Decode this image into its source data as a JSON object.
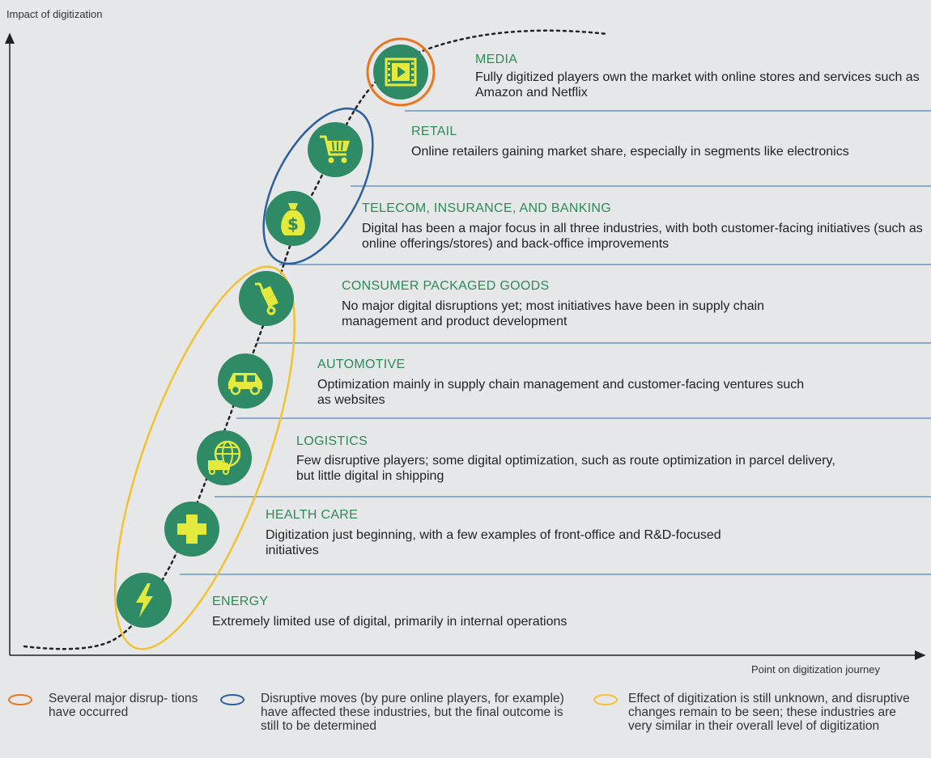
{
  "axes": {
    "y_label": "Impact of digitization",
    "x_label": "Point on digitization journey"
  },
  "colors": {
    "icon_fill": "#2f8a66",
    "icon_symbol": "#e4ea3c",
    "title_text": "#2e8b57",
    "row_line": "#2f6ea5",
    "ring_orange": "#e8761e",
    "ring_blue": "#2c5f9e",
    "ring_yellow": "#f2c230",
    "background": "#e6e7e8"
  },
  "industries": [
    {
      "title": "MEDIA",
      "icon": "film-play-icon",
      "desc": "Fully digitized players own the market with online stores and services such as Amazon and Netflix"
    },
    {
      "title": "RETAIL",
      "icon": "shopping-cart-icon",
      "desc": "Online retailers gaining market share, especially in segments like electronics"
    },
    {
      "title": "TELECOM, INSURANCE, AND BANKING",
      "icon": "money-bag-icon",
      "desc": "Digital has been a major focus in all three industries, with both customer-facing initiatives (such as online offerings/stores) and back-office improvements"
    },
    {
      "title": "CONSUMER PACKAGED GOODS",
      "icon": "hand-truck-icon",
      "desc": "No major digital disruptions yet; most initiatives have been in supply chain management and product development"
    },
    {
      "title": "AUTOMOTIVE",
      "icon": "car-icon",
      "desc": "Optimization mainly in supply chain management and customer-facing ventures such as websites"
    },
    {
      "title": "LOGISTICS",
      "icon": "globe-truck-icon",
      "desc": "Few disruptive players; some digital optimization, such as route optimization in parcel delivery, but little digital in shipping"
    },
    {
      "title": "HEALTH CARE",
      "icon": "medical-cross-icon",
      "desc": "Digitization just beginning, with a few examples of front-office and R&D-focused initiatives"
    },
    {
      "title": "ENERGY",
      "icon": "lightning-icon",
      "desc": "Extremely limited use of digital, primarily in internal operations"
    }
  ],
  "legend": [
    {
      "ring": "orange",
      "text": "Several major disrup- tions have occurred"
    },
    {
      "ring": "blue",
      "text": "Disruptive moves (by pure online players, for example) have affected these industries, but the final outcome is still to be determined"
    },
    {
      "ring": "yellow",
      "text": "Effect of digitization is still unknown, and disruptive changes remain to be seen; these industries are very similar in their overall level of digitization"
    }
  ]
}
